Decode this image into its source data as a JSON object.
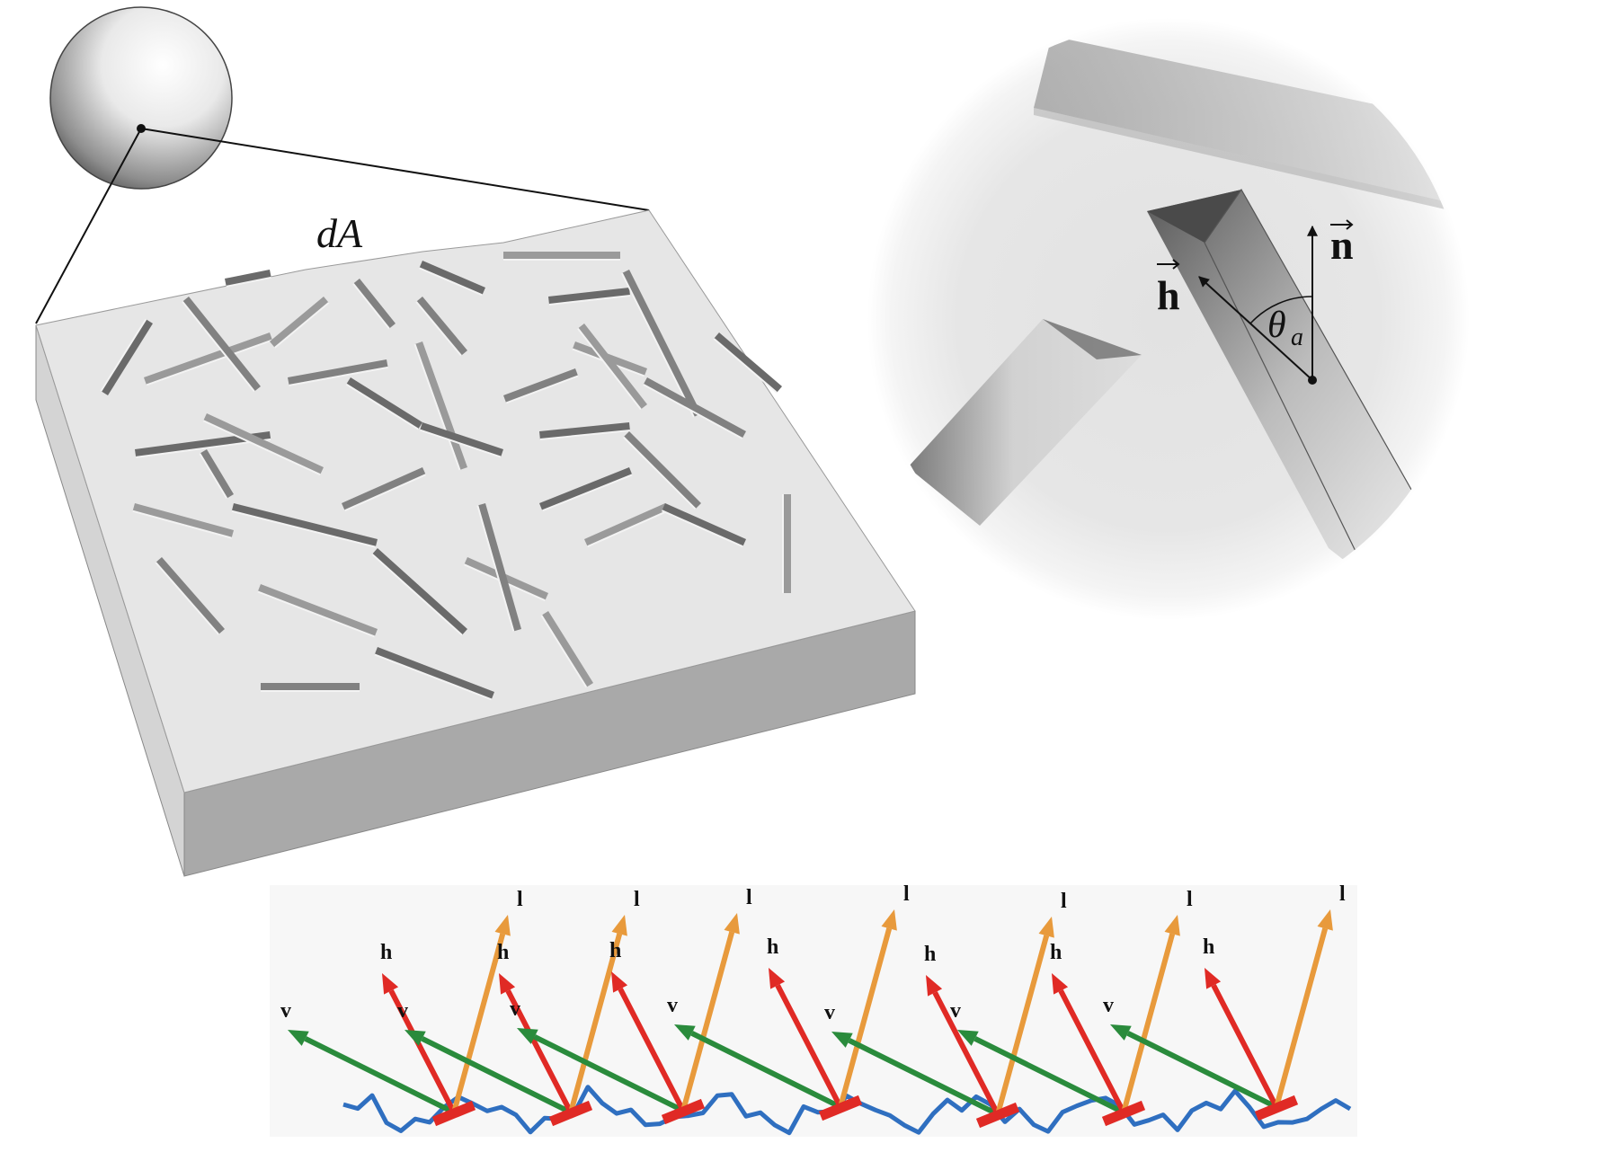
{
  "labels": {
    "surface_element": "dA",
    "half_vector": "h",
    "normal": "n",
    "angle_symbol": "θ",
    "angle_subscript": "a",
    "light": "l",
    "view": "v"
  },
  "colors": {
    "view_vector": "#2a8b3c",
    "half_vector": "#e02a25",
    "light_vector": "#e89a3c",
    "surface_profile": "#2f6fc0",
    "microfacet": "#e02a25",
    "slab_top": "#e6e6e6",
    "slab_front": "#cdcdcd",
    "slab_side": "#a8a8a8"
  },
  "facet_sets": [
    {
      "has_h": true
    },
    {
      "has_h": true
    },
    {
      "has_h": true
    },
    {
      "has_h": true
    },
    {
      "has_h": true
    },
    {
      "has_h": true
    },
    {
      "has_h": true
    },
    {
      "has_h": true
    }
  ],
  "icons": {
    "sphere": "sphere-icon",
    "vector_arrow": "arrow-icon"
  }
}
